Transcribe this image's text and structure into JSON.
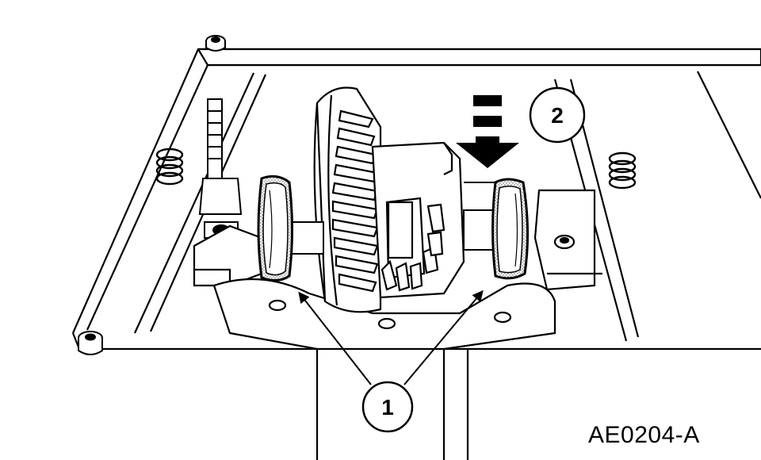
{
  "diagram": {
    "callouts": [
      {
        "id": "1",
        "label": "1"
      },
      {
        "id": "2",
        "label": "2"
      }
    ],
    "figure_code": "AE0204-A",
    "colors": {
      "ink": "#000000",
      "paper": "#ffffff",
      "shade": "#bdbdbd"
    }
  }
}
